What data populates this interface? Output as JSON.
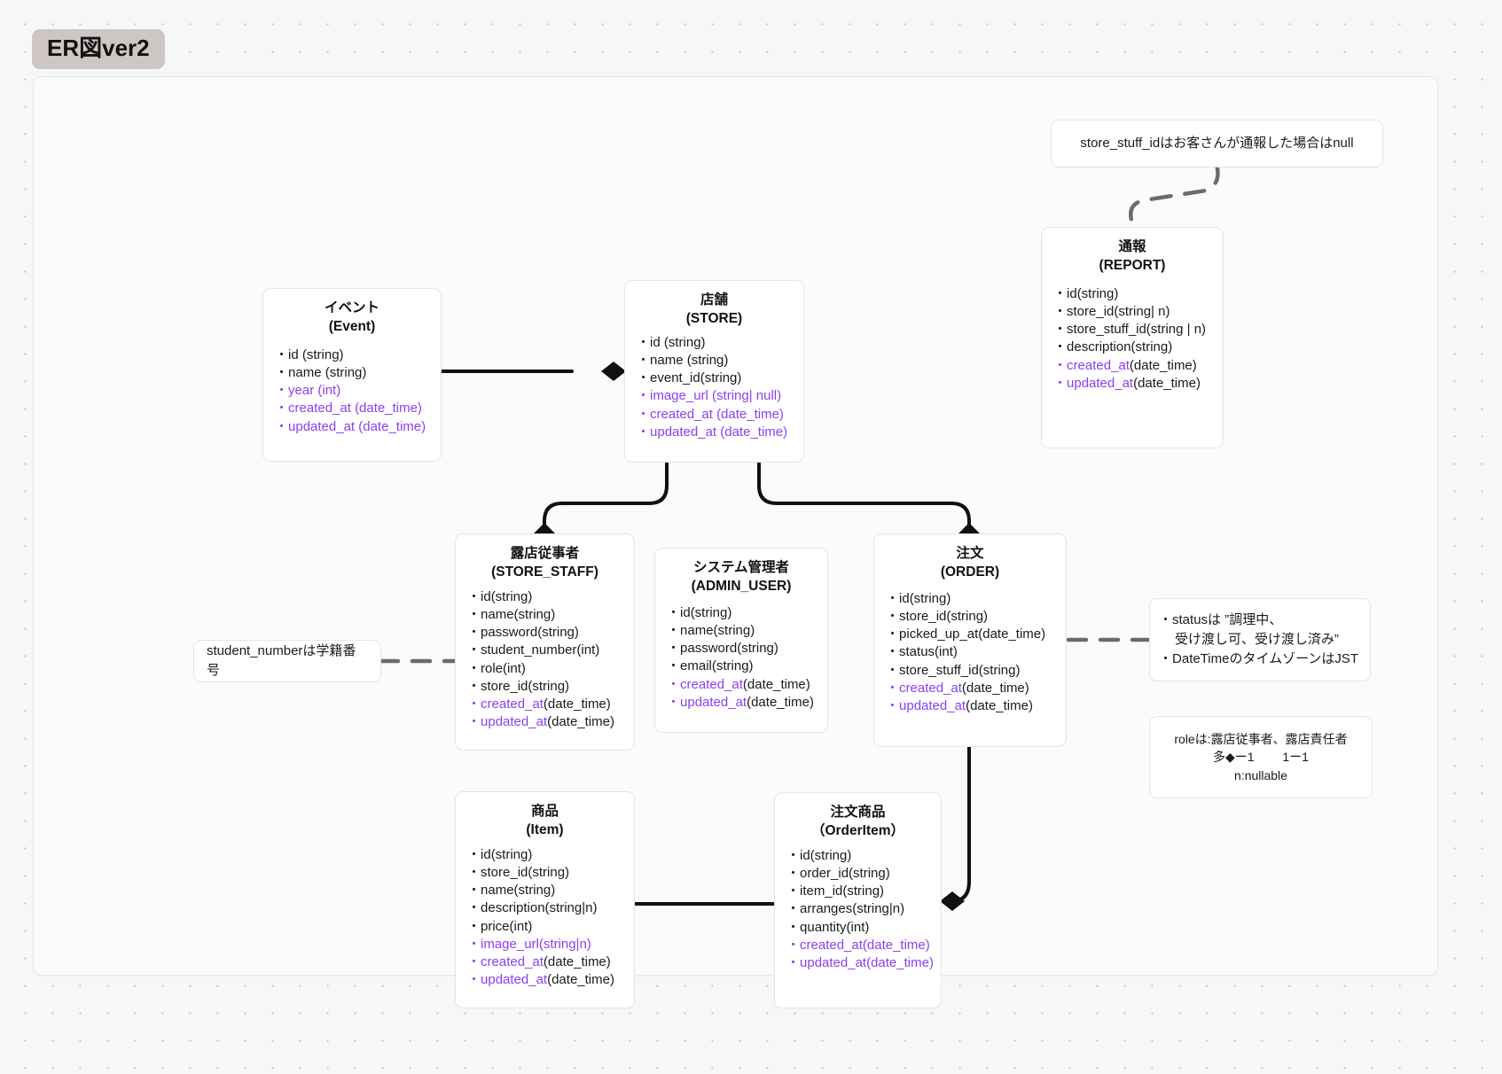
{
  "title": "ER図ver2",
  "entities": {
    "event": {
      "jp": "イベント",
      "en": "(Event)",
      "fields": [
        "id (string)",
        "name (string)",
        "year (int)",
        "created_at (date_time)",
        "updated_at (date_time)"
      ]
    },
    "store": {
      "jp": "店舗",
      "en": "(STORE)",
      "fields": [
        "id (string)",
        "name (string)",
        "event_id(string)",
        "image_url (string| null)",
        "created_at (date_time)",
        "updated_at (date_time)"
      ]
    },
    "report": {
      "jp": "通報",
      "en": "(REPORT)",
      "fields": [
        "id(string)",
        "store_id(string| n)",
        "store_stuff_id(string | n)",
        "description(string)",
        "created_at",
        "updated_at"
      ],
      "created_at_suffix": "(date_time)",
      "updated_at_suffix": "(date_time)"
    },
    "store_staff": {
      "jp": "露店従事者",
      "en": "(STORE_STAFF)",
      "fields": [
        "id(string)",
        "name(string)",
        "password(string)",
        "student_number(int)",
        "role(int)",
        "store_id(string)",
        "created_at",
        "updated_at"
      ],
      "created_at_suffix": "(date_time)",
      "updated_at_suffix": "(date_time)"
    },
    "admin_user": {
      "jp": "システム管理者",
      "en": "(ADMIN_USER)",
      "fields": [
        "id(string)",
        "name(string)",
        "password(string)",
        "email(string)",
        "created_at",
        "updated_at"
      ],
      "created_at_suffix": "(date_time)",
      "updated_at_suffix": "(date_time)"
    },
    "order": {
      "jp": "注文",
      "en": "(ORDER)",
      "fields": [
        "id(string)",
        "store_id(string)",
        "picked_up_at(date_time)",
        "status(int)",
        "store_stuff_id(string)",
        "created_at",
        "updated_at"
      ],
      "created_at_suffix": "(date_time)",
      "updated_at_suffix": "(date_time)"
    },
    "item": {
      "jp": "商品",
      "en": "(Item)",
      "fields": [
        "id(string)",
        "store_id(string)",
        "name(string)",
        "description(string|n)",
        "price(int)",
        "image_url(string|n)",
        "created_at",
        "updated_at"
      ],
      "created_at_suffix": "(date_time)",
      "updated_at_suffix": "(date_time)"
    },
    "order_item": {
      "jp": "注文商品",
      "en": "（OrderItem）",
      "fields": [
        "id(string)",
        "order_id(string)",
        "item_id(string)",
        "arranges(string|n)",
        "quantity(int)",
        "created_at(date_time)",
        "updated_at(date_time)"
      ]
    }
  },
  "notes": {
    "report_note": "store_stuff_idはお客さんが通報した場合はnull",
    "student_note": "student_numberは学籍番号",
    "status_note": {
      "line1": "statusは ”調理中、",
      "line2": "受け渡し可、受け渡し済み”",
      "line3": "DateTimeのタイムゾーンはJST"
    },
    "legend_note": {
      "line1": "roleは:露店従事者、露店責任者",
      "line2a": "多◆ー1",
      "line2b": "1ー1",
      "line3": "n:nullable"
    }
  },
  "colors": {
    "accent_purple": "#8b3ff0",
    "title_chip_bg": "#cec6c4",
    "node_border": "#e4e4e4",
    "wire": "#111111",
    "dashed_wire": "#6b6b6b",
    "canvas_bg": "#f7f7f7"
  }
}
